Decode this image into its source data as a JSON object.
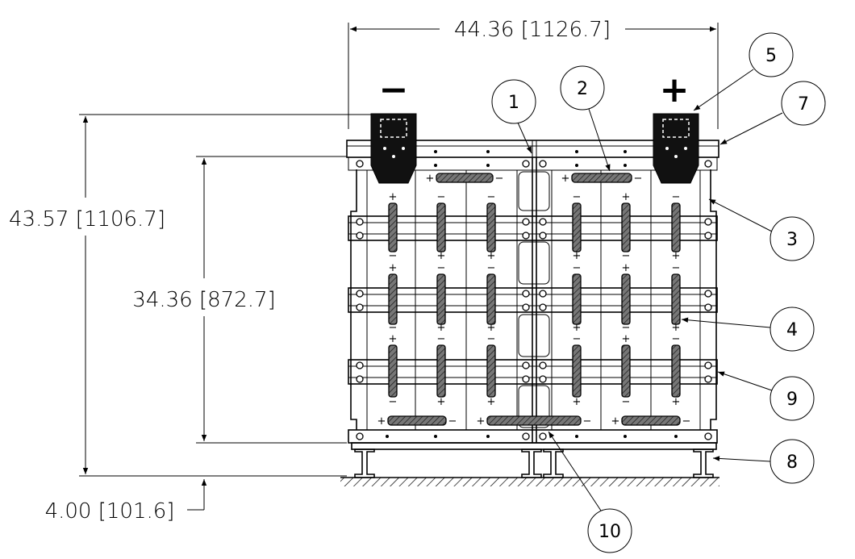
{
  "dimensions": {
    "overall_width": "44.36 [1126.7]",
    "overall_height": "43.57 [1106.7]",
    "rack_height": "34.36 [872.7]",
    "base_height": "4.00 [101.6]"
  },
  "terminals": {
    "negative": "−",
    "positive": "+"
  },
  "balloons": [
    "1",
    "2",
    "3",
    "4",
    "5",
    "7",
    "8",
    "9",
    "10"
  ],
  "cell_polarity": {
    "plus": "+",
    "minus": "−"
  },
  "icon_names": [
    "balloon-callout",
    "terminal-plate",
    "hatched-ground"
  ]
}
